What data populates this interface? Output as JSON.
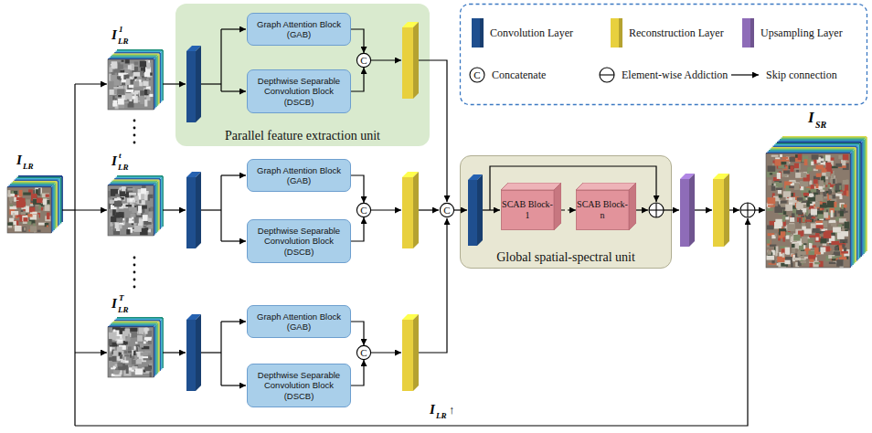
{
  "diagram": {
    "nodes": [
      {
        "text": [
          "Parallel feature extraction unit"
        ]
      },
      {
        "text": [
          "Graph Attention Block (GAB)"
        ],
        "in": 0
      },
      {
        "text": [
          "Depthwise Separable Convolution Block (DSCB)"
        ],
        "in": 0
      },
      {
        "text": [
          "C"
        ],
        "in": 0
      },
      {
        "text": [
          "Graph Attention Block (GAB)"
        ]
      },
      {
        "text": [
          "Depthwise Separable Convolution Block (DSCB)"
        ]
      },
      {
        "text": [
          "C"
        ]
      },
      {
        "text": [
          "Graph Attention Block (GAB)"
        ]
      },
      {
        "text": [
          "Depthwise Separable Convolution Block (DSCB)"
        ]
      },
      {
        "text": [
          "C"
        ]
      },
      {
        "text": [
          "C"
        ]
      },
      {
        "text": [
          "Global spatial-spectral unit"
        ]
      },
      {
        "text": [
          "SCAB Block-1"
        ],
        "in": 11
      },
      {
        "text": [
          "SCAB Block-n"
        ],
        "in": 11
      }
    ],
    "edges": [
      {
        "from": 1,
        "to": 3,
        "arrow": "to"
      },
      {
        "from": 2,
        "to": 3,
        "arrow": "to"
      },
      {
        "from": 4,
        "to": 6,
        "arrow": "to"
      },
      {
        "from": 5,
        "to": 6,
        "arrow": "to"
      },
      {
        "from": 7,
        "to": 9,
        "arrow": "to"
      },
      {
        "from": 8,
        "to": 9,
        "arrow": "to"
      },
      {
        "from": 12,
        "to": 13,
        "arrow": "to"
      }
    ],
    "labels": [
      "I",
      "LR",
      "1",
      "I",
      "LR",
      "t",
      "I",
      "LR",
      "T",
      "I",
      "LR",
      "I",
      "SR",
      "I",
      "LR",
      "↑",
      "C"
    ],
    "legend": [
      {
        "text": "Convolution Layer",
        "color": "#1f4f8f"
      },
      {
        "text": "Reconstruction Layer",
        "color": "#e8d03e"
      },
      {
        "text": "Upsampling Layer",
        "color": "#8e6cb8"
      },
      {
        "text": "Concatenate"
      },
      {
        "text": "Element-wise Addiction"
      },
      {
        "text": "Skip connection"
      }
    ]
  }
}
